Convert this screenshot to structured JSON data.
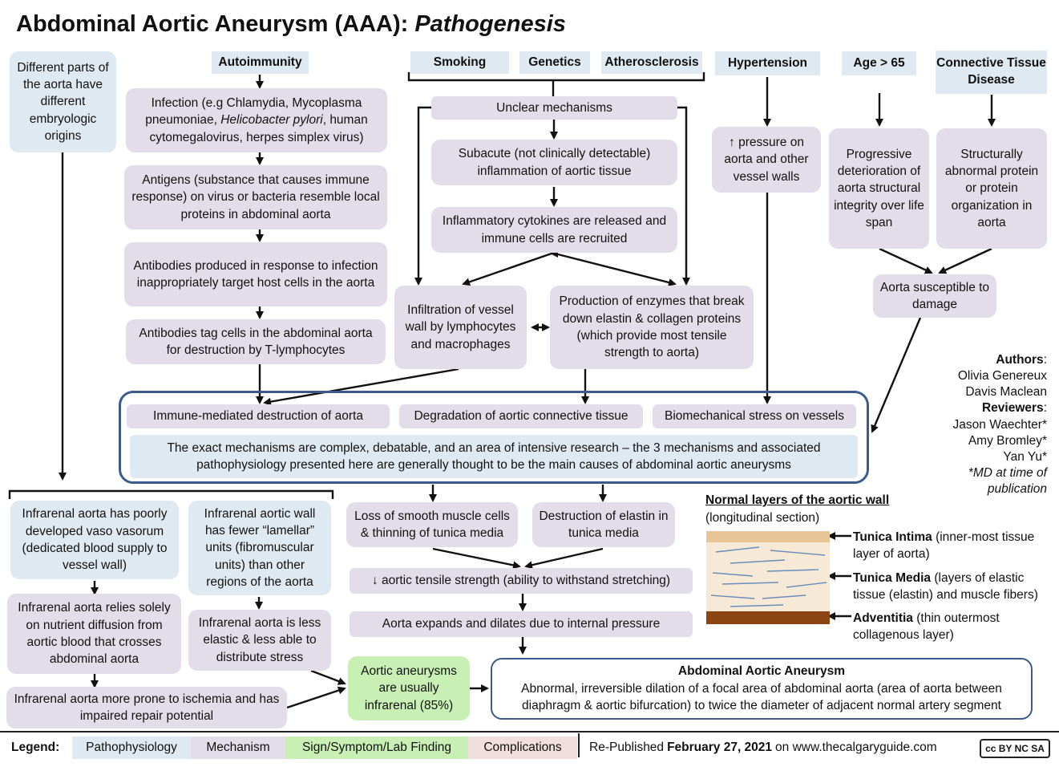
{
  "title": {
    "main": "Abdominal Aortic Aneurysm (AAA):",
    "italic": "Pathogenesis"
  },
  "left_col": {
    "origins": "Different parts of the aorta have different embryologic origins",
    "vaso": "Infrarenal aorta has poorly developed vaso vasorum (dedicated blood supply to vessel wall)",
    "diffusion": "Infrarenal aorta relies solely on nutrient diffusion from aortic blood that crosses abdominal aorta",
    "lamellar": "Infrarenal aortic wall has fewer “lamellar” units (fibromuscular units) than other regions of the aorta",
    "elastic": "Infrarenal aorta is less elastic & less able to distribute stress",
    "ischemia": "Infrarenal aorta more prone to ischemia and has impaired repair potential"
  },
  "autoimmunity": {
    "header": "Autoimmunity",
    "infection_pre": "Infection (e.g Chlamydia, Mycoplasma pneumoniae, ",
    "infection_italic": "Helicobacter pylori",
    "infection_post": ", human cytomegalovirus, herpes simplex virus)",
    "antigens": "Antigens (substance that causes immune response) on virus or bacteria resemble local proteins in abdominal aorta",
    "antibodies": "Antibodies produced in response to infection inappropriately target host cells in the aorta",
    "tag": "Antibodies tag cells in the abdominal aorta for destruction by T-lymphocytes"
  },
  "risk_headers": {
    "smoking": "Smoking",
    "genetics": "Genetics",
    "athero": "Atherosclerosis"
  },
  "inflammation": {
    "unclear": "Unclear mechanisms",
    "subacute": "Subacute (not clinically detectable) inflammation of aortic tissue",
    "cytokines": "Inflammatory cytokines are released and immune cells are recruited",
    "infiltration": "Infiltration of vessel wall by lymphocytes and macrophages",
    "enzymes": "Production of enzymes that break down elastin & collagen proteins (which provide most tensile strength to aorta)"
  },
  "hypertension": {
    "header": "Hypertension",
    "pressure": "↑ pressure on aorta and other vessel walls"
  },
  "age": {
    "header": "Age > 65",
    "progressive": "Progressive deterioration of aorta structural integrity over life span"
  },
  "ctd": {
    "header": "Connective Tissue Disease",
    "structural": "Structurally abnormal protein or protein organization in aorta"
  },
  "susceptible": "Aorta susceptible to damage",
  "authors": {
    "authors_label": "Authors",
    "authors": [
      "Olivia Genereux",
      "Davis Maclean"
    ],
    "reviewers_label": "Reviewers",
    "reviewers": [
      "Jason Waechter*",
      "Amy Bromley*",
      "Yan Yu*"
    ],
    "note": "*MD at time of publication"
  },
  "mechanisms": {
    "immune": "Immune-mediated destruction of aorta",
    "degradation": "Degradation of aortic connective tissue",
    "biomech": "Biomechanical stress on vessels",
    "exact": "The exact mechanisms are complex, debatable, and an area of intensive research  – the 3 mechanisms and associated pathophysiology presented here are generally thought to be the main causes of abdominal aortic aneurysms"
  },
  "downstream": {
    "smooth": "Loss of smooth muscle cells & thinning of tunica media",
    "elastin": "Destruction of elastin in tunica media",
    "tensile": "↓ aortic tensile strength (ability to withstand stretching)",
    "expands": "Aorta expands and dilates due to internal pressure",
    "usually": "Aortic aneurysms are usually infrarenal (85%)"
  },
  "aaa": {
    "title": "Abdominal Aortic Aneurysm",
    "desc": "Abnormal, irreversible dilation of a focal area of abdominal aorta (area of aorta between diaphragm & aortic bifurcation) to twice the diameter of adjacent normal artery segment"
  },
  "layers": {
    "heading": "Normal layers of the aortic wall",
    "sub": "(longitudinal section)",
    "intima_name": "Tunica Intima",
    "intima_desc": " (inner-most tissue layer of aorta)",
    "media_name": "Tunica Media",
    "media_desc": " (layers of elastic tissue (elastin) and muscle fibers)",
    "adventitia_name": "Adventitia",
    "adventitia_desc": " (thin outermost collagenous layer)"
  },
  "legend": {
    "label": "Legend:",
    "patho": "Pathophysiology",
    "mech": "Mechanism",
    "sign": "Sign/Symptom/Lab Finding",
    "comp": "Complications",
    "pub_pre": "Re-Published ",
    "pub_date": "February 27, 2021",
    "pub_post": " on www.thecalgaryguide.com",
    "cc": "cc BY NC SA"
  },
  "colors": {
    "mechanism": "#e3dde9",
    "pathophysiology": "#dfe9f1",
    "sign": "#c8f0b4",
    "complications": "#f3dede",
    "frame": "#3c5a8c",
    "intima": "#e8c596",
    "media": "#f6ead6",
    "adventitia": "#8b4513"
  }
}
